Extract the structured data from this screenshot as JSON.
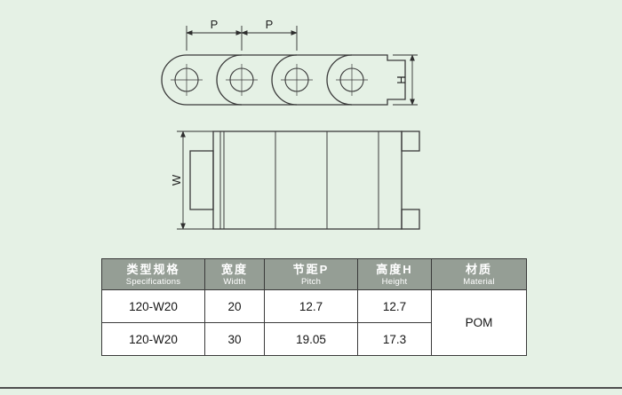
{
  "page": {
    "background": "#e5f1e5",
    "line_color": "#3a3a3a"
  },
  "side_view": {
    "description": "chain side elevation drawing",
    "pitch_label_1": "P",
    "pitch_label_2": "P",
    "height_label": "H"
  },
  "top_view": {
    "description": "chain plan view drawing",
    "width_label": "W"
  },
  "spec_table": {
    "header_bg": "#959e95",
    "header_text_color": "#ffffff",
    "columns": [
      {
        "zh": "类型规格",
        "en": "Specifications"
      },
      {
        "zh": "宽度",
        "en": "Width"
      },
      {
        "zh": "节距P",
        "en": "Pitch"
      },
      {
        "zh": "高度H",
        "en": "Height"
      },
      {
        "zh": "材质",
        "en": "Material"
      }
    ],
    "rows": [
      {
        "spec": "120-W20",
        "width": "20",
        "pitch": "12.7",
        "height": "12.7"
      },
      {
        "spec": "120-W20",
        "width": "30",
        "pitch": "19.05",
        "height": "17.3"
      }
    ],
    "material": "POM"
  }
}
